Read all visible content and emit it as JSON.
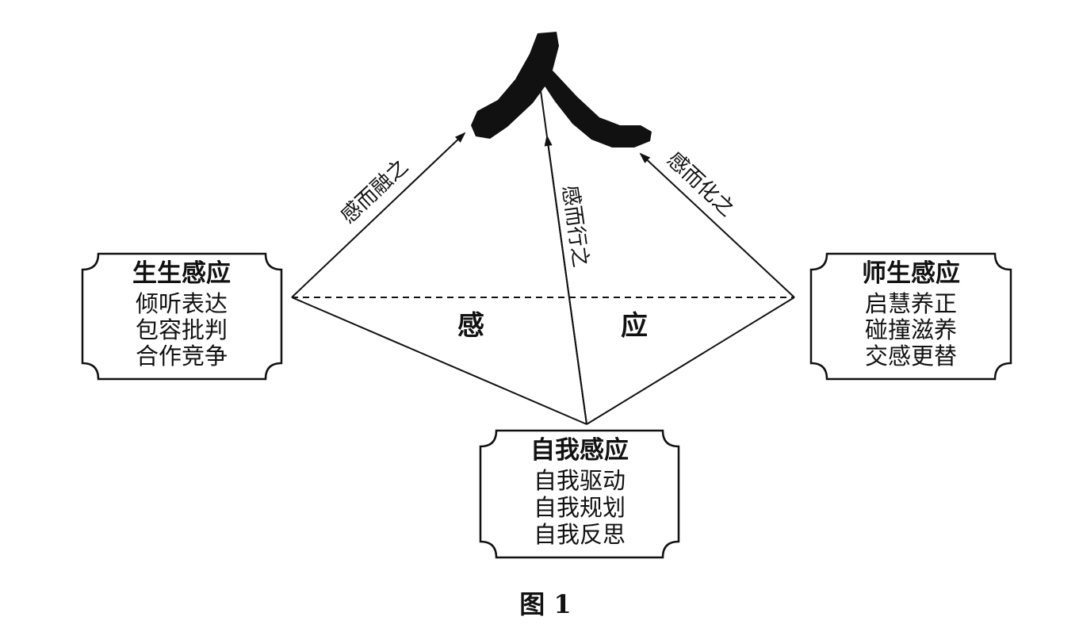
{
  "diagram": {
    "top_glyph": "人",
    "center_labels": [
      "感",
      "应"
    ],
    "edges": {
      "left": "感而融之",
      "middle": "感而行之",
      "right": "感而化之"
    },
    "boxes": {
      "left": {
        "title": "生生感应",
        "lines": [
          "倾听表达",
          "包容批判",
          "合作竞争"
        ]
      },
      "right": {
        "title": "师生感应",
        "lines": [
          "启慧养正",
          "碰撞滋养",
          "交感更替"
        ]
      },
      "bottom": {
        "title": "自我感应",
        "lines": [
          "自我驱动",
          "自我规划",
          "自我反思"
        ]
      }
    },
    "caption": "图 1",
    "colors": {
      "ink": "#111111",
      "background": "#ffffff"
    }
  }
}
